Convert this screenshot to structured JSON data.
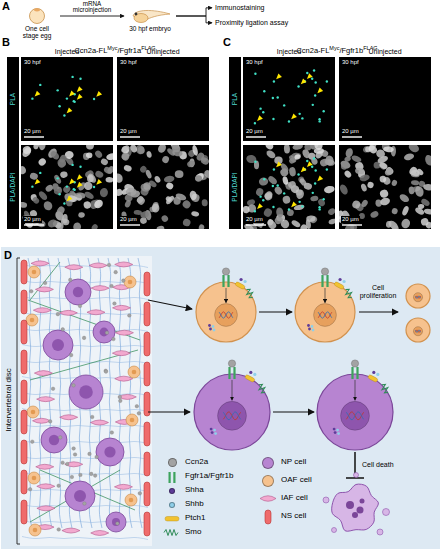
{
  "diagram": {
    "nodes": [
      {
        "text": [
          "One cell stage egg"
        ]
      },
      {
        "text": [
          "30 hpf embryo"
        ]
      },
      {
        "text": [
          "Immunostaining"
        ]
      },
      {
        "text": [
          "Proximity ligation assay"
        ]
      }
    ],
    "edges": [
      {
        "from": 0,
        "to": 1,
        "arrow": "to",
        "label": "mRNA microinjection"
      },
      {
        "from": 1,
        "to": 2,
        "arrow": "to"
      },
      {
        "from": 1,
        "to": 3,
        "arrow": "to"
      }
    ],
    "labels": [
      "A",
      "B",
      "Ccn2a-FL",
      "Myc",
      "/Fgfr1a",
      "FLAG",
      "Injected",
      "Uninjected",
      "30 hpf",
      "30 hpf",
      "PLA",
      "PLA/DAPI",
      "20 µm",
      "20 µm",
      "20 µm",
      "20 µm",
      "C",
      "Ccn2a-FL",
      "Myc",
      "/Fgfr1b",
      "FLAG",
      "Injected",
      "Uninjected",
      "30 hpf",
      "30 hpf",
      "PLA",
      "PLA/DAPI",
      "20 µm",
      "20 µm",
      "20 µm",
      "20 µm",
      "D",
      "Intervertebral disc",
      "Cell proliferation",
      "Cell death"
    ],
    "legend": [
      {
        "text": "Ccn2a",
        "color": "#a3a3a3"
      },
      {
        "text": "Fgfr1a/Fgfr1b"
      },
      {
        "text": "Shha",
        "color": "#5e3c99"
      },
      {
        "text": "Shhb",
        "color": "#8fd0ea"
      },
      {
        "text": "Ptch1"
      },
      {
        "text": "Smo"
      },
      {
        "text": "NP cell",
        "color": "#b784d1"
      },
      {
        "text": "OAF cell",
        "color": "#f6c28e"
      },
      {
        "text": "IAF cell"
      },
      {
        "text": "NS cell"
      }
    ]
  }
}
